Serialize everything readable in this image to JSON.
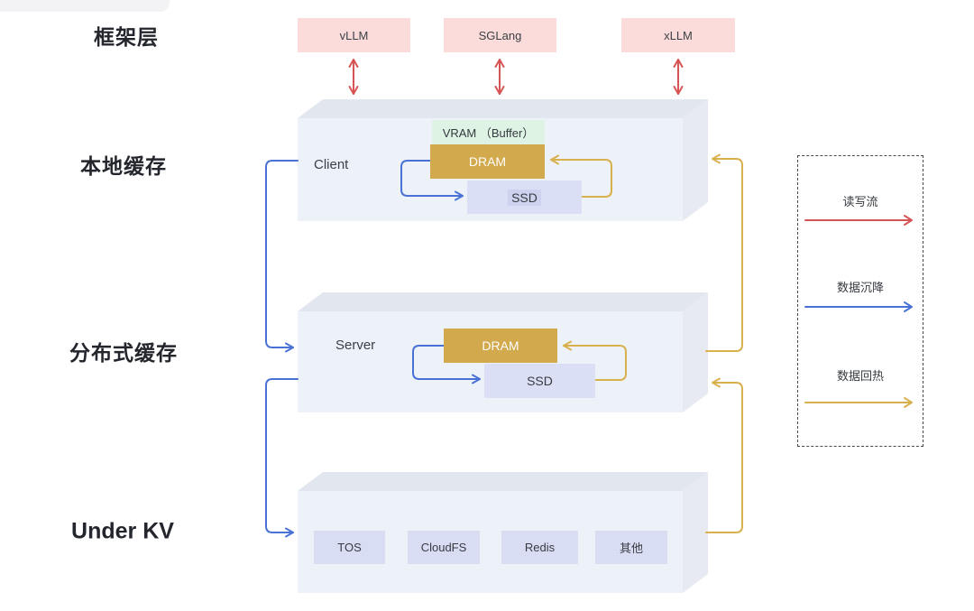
{
  "rows": {
    "framework": "框架层",
    "local_cache": "本地缓存",
    "distributed_cache": "分布式缓存",
    "under_kv": "Under KV"
  },
  "framework_boxes": [
    {
      "label": "vLLM"
    },
    {
      "label": "SGLang"
    },
    {
      "label": "xLLM"
    }
  ],
  "local_cache_layer": {
    "title": "Client",
    "vram_label": "VRAM （Buffer）",
    "dram_label": "DRAM",
    "ssd_label": "SSD"
  },
  "distributed_cache_layer": {
    "title": "Server",
    "dram_label": "DRAM",
    "ssd_label": "SSD"
  },
  "under_kv_layer": {
    "backends": [
      {
        "label": "TOS"
      },
      {
        "label": "CloudFS"
      },
      {
        "label": "Redis"
      },
      {
        "label": "其他"
      }
    ]
  },
  "legend": {
    "items": [
      {
        "label": "读写流",
        "color": "#d75454"
      },
      {
        "label": "数据沉降",
        "color": "#4a72d6"
      },
      {
        "label": "数据回热",
        "color": "#d8b14e"
      }
    ]
  },
  "colors": {
    "framework_box_bg": "#fbdcda",
    "box_front": "#edf1f8",
    "box_top": "#e2e6ef",
    "box_side": "#e7eaf2",
    "vram_bg": "#def3e4",
    "dram_bg": "#d2a94c",
    "ssd_bg": "#dbdff5",
    "backend_bg": "#d9ddf4",
    "read_write_arrow": "#d75454",
    "data_sink_arrow": "#4a72d6",
    "data_reheat_arrow": "#d8b14e"
  }
}
